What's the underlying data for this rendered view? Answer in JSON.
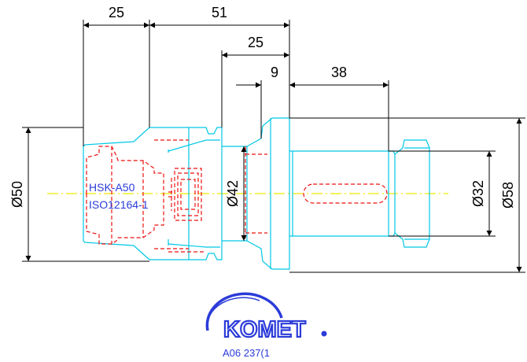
{
  "dimensions": {
    "top_25": "25",
    "top_51": "51",
    "mid_25": "25",
    "d_9": "9",
    "d_38": "38",
    "dia_50": "Ø50",
    "dia_42": "Ø42",
    "dia_32": "Ø32",
    "dia_58": "Ø58"
  },
  "labels": {
    "line1": "HSK-A50",
    "line2": "ISO12164-1"
  },
  "logo": {
    "brand": "KOMET"
  },
  "code": "A06 237(1",
  "colors": {
    "outline": "#00c8e6",
    "hidden": "#ee1111",
    "dimension": "#000000",
    "centerline": "#f2e600",
    "brand": "#2b3bd9"
  }
}
